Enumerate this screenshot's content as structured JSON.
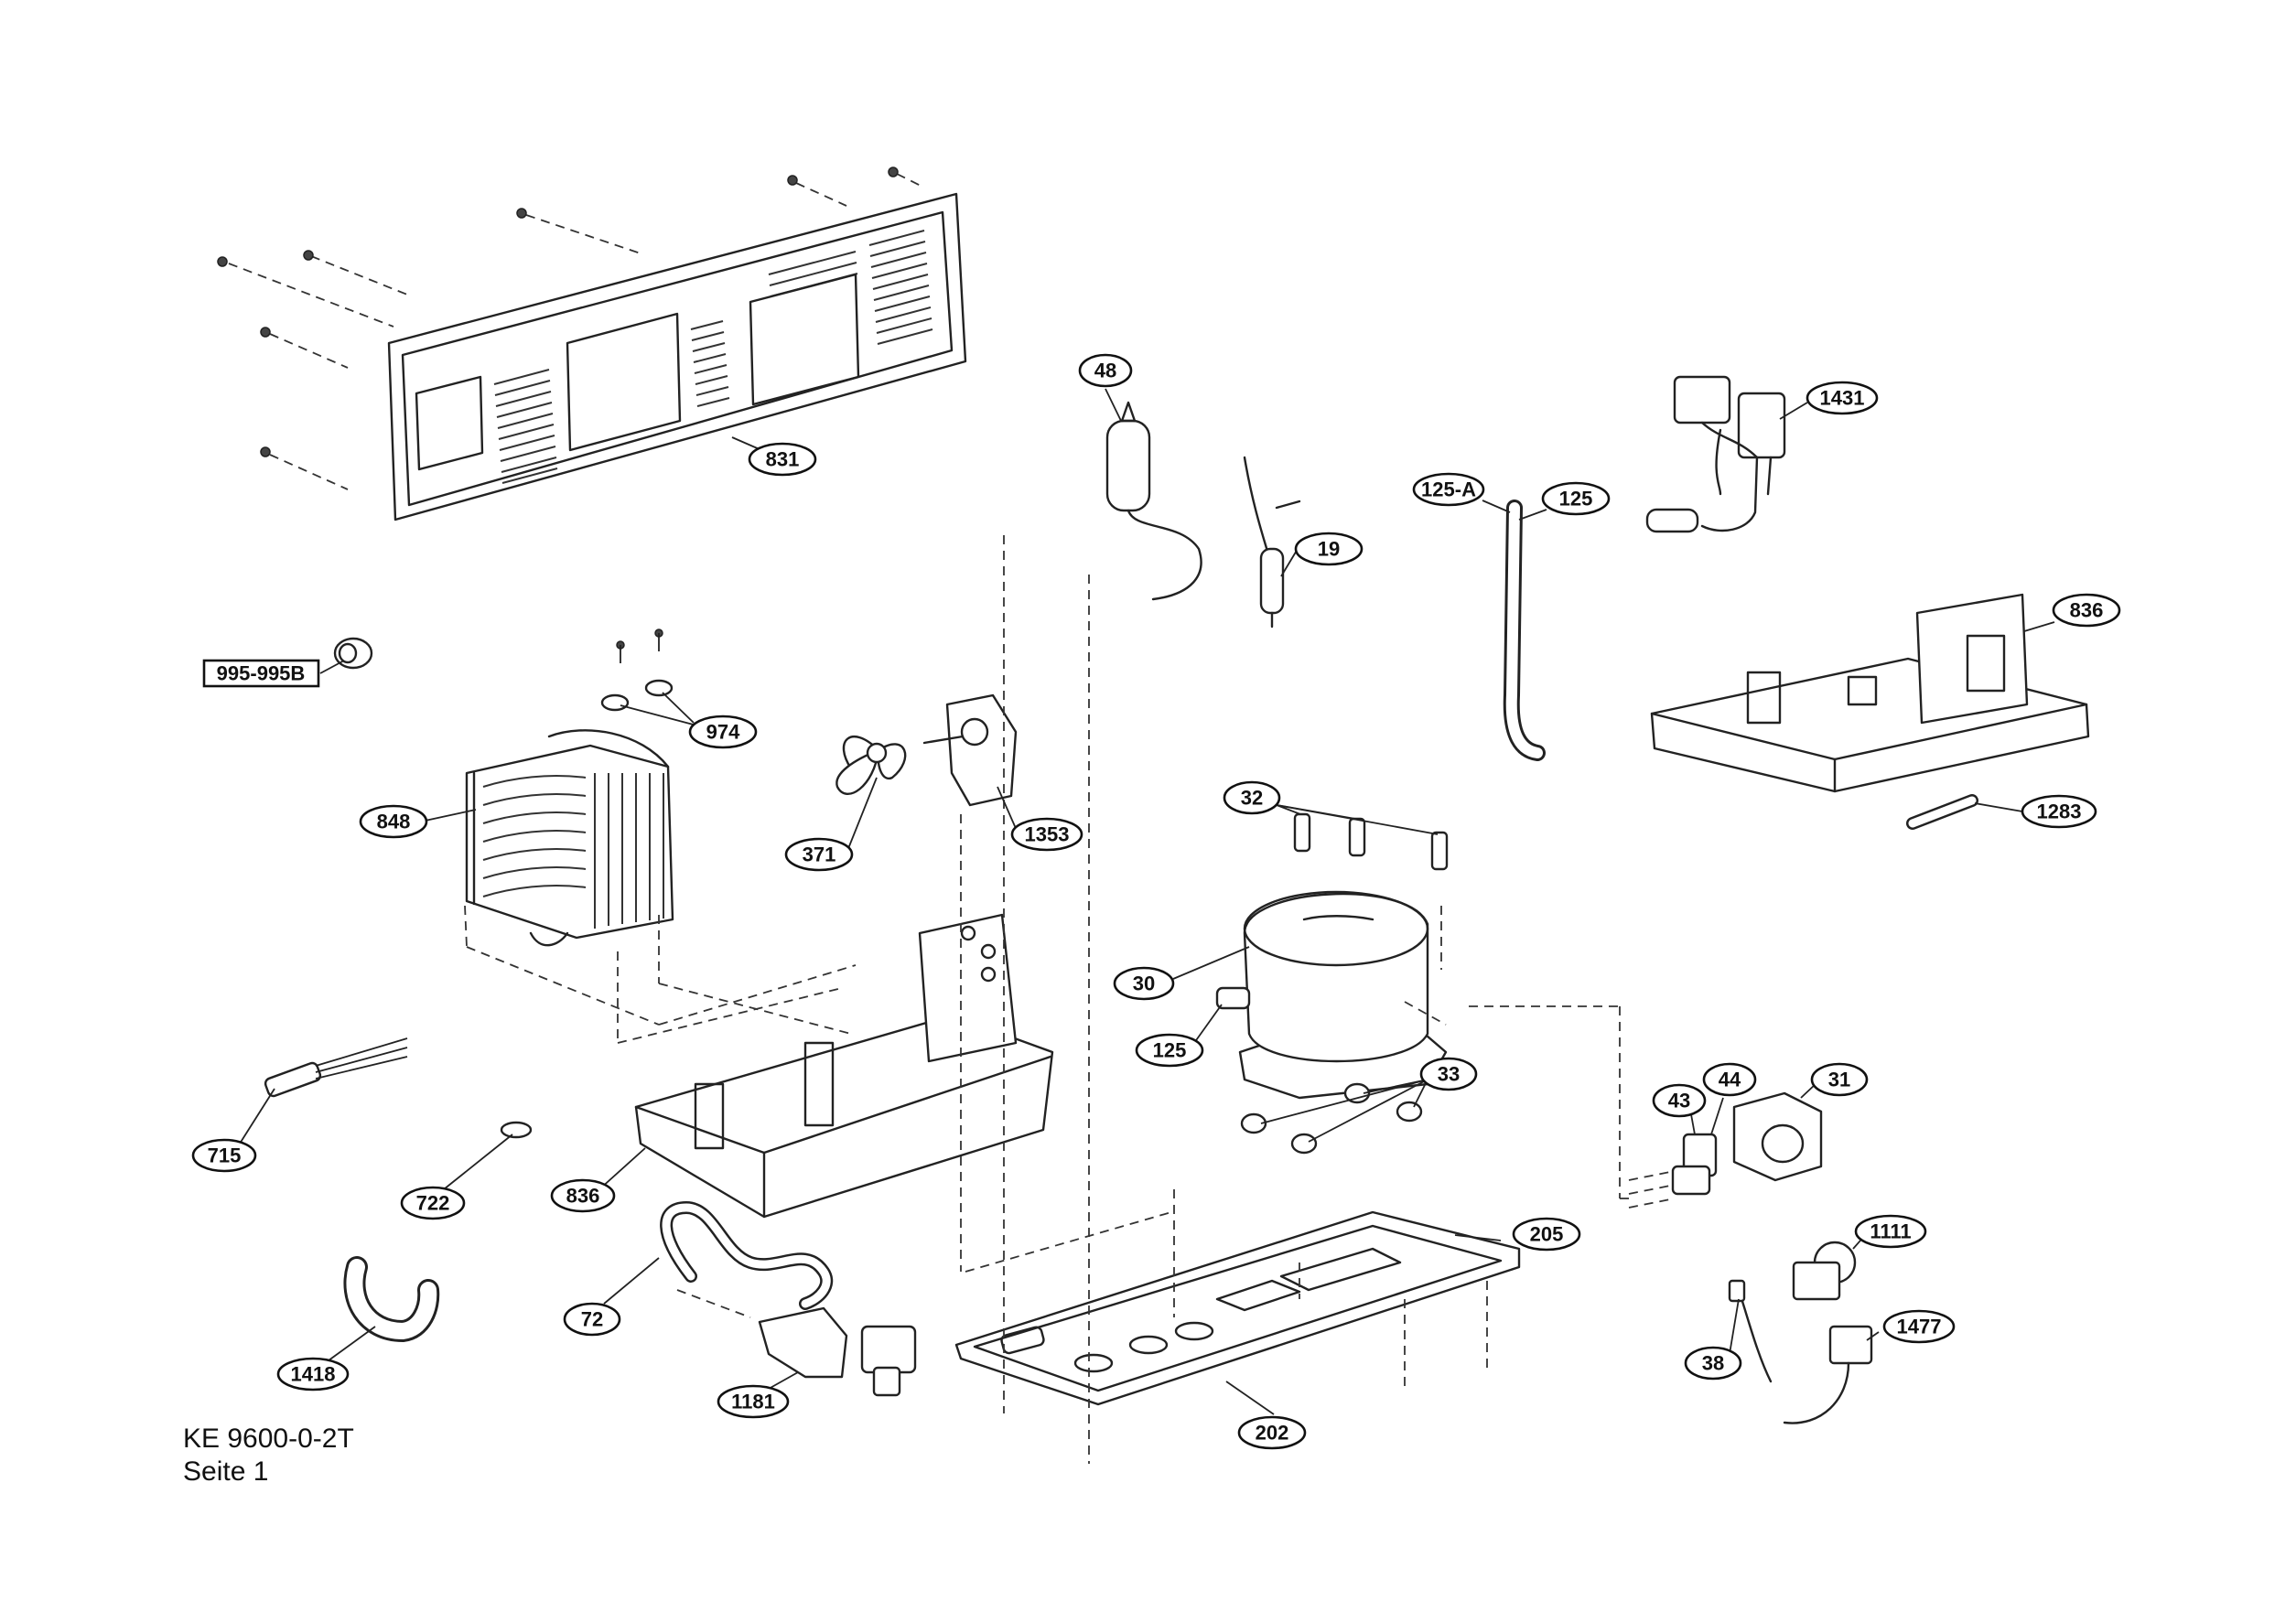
{
  "callouts": {
    "c831": "831",
    "c995": "995-995B",
    "c974": "974",
    "c848": "848",
    "c371": "371",
    "c1353": "1353",
    "c48": "48",
    "c19": "19",
    "c125a": "125-A",
    "c125t": "125",
    "c1431": "1431",
    "c836r": "836",
    "c1283": "1283",
    "c32": "32",
    "c30": "30",
    "c125m": "125",
    "c33": "33",
    "c43": "43",
    "c44": "44",
    "c31": "31",
    "c715": "715",
    "c722": "722",
    "c836l": "836",
    "c72": "72",
    "c1418": "1418",
    "c1181": "1181",
    "c202": "202",
    "c205": "205",
    "c1111": "1111",
    "c38": "38",
    "c1477": "1477"
  },
  "caption": {
    "model": "KE 9600-0-2T",
    "page": "Seite 1"
  }
}
